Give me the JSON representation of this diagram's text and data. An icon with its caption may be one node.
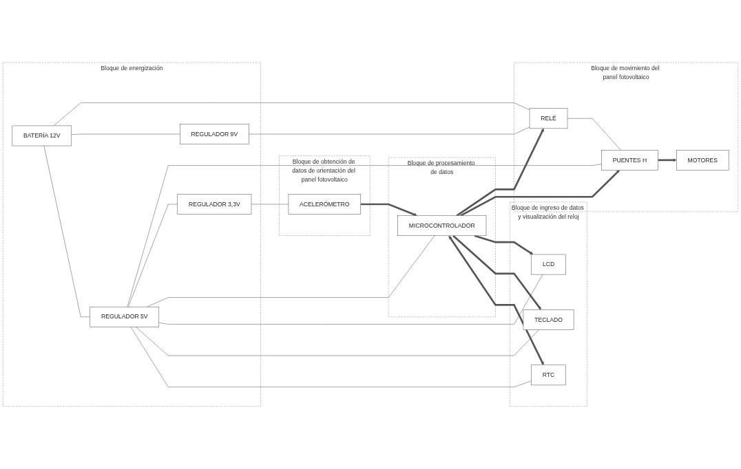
{
  "diagram": {
    "nodes": [
      {
        "text": [
          "Bloque de energización"
        ]
      },
      {
        "text": [
          "BATERÍA 12V"
        ],
        "in": 0
      },
      {
        "text": [
          "REGULADOR 9V"
        ],
        "in": 0
      },
      {
        "text": [
          "REGULADOR 5V"
        ],
        "in": 0
      },
      {
        "text": [
          "REGULADOR 3,3V"
        ],
        "in": 0
      },
      {
        "text": [
          "Bloque de movimiento del panel fotovoltaico"
        ]
      },
      {
        "text": [
          "RELÉ"
        ],
        "in": 5
      },
      {
        "text": [
          "PUENTES H"
        ],
        "in": 5
      },
      {
        "text": [
          "MOTORES"
        ],
        "in": 5
      },
      {
        "text": [
          "Bloque de procesamiento de datos"
        ]
      },
      {
        "text": [
          "MICROCONTROLADOR"
        ],
        "in": 9
      },
      {
        "text": [
          "Bloque de ingreso de datos y visualización del reloj"
        ]
      },
      {
        "text": [
          "LCD"
        ],
        "in": 11
      },
      {
        "text": [
          "TECLADO"
        ],
        "in": 11
      },
      {
        "text": [
          "RTC"
        ],
        "in": 11
      },
      {
        "text": [
          "Bloque de obtención de datos de orientación del panel fotovoltaico"
        ]
      },
      {
        "text": [
          "ACELERÓMETRO"
        ],
        "in": 15
      }
    ],
    "edges": [
      {
        "from": 1,
        "to": 6,
        "arrow": "none"
      },
      {
        "from": 1,
        "to": 2,
        "arrow": "none"
      },
      {
        "from": 1,
        "to": 3,
        "arrow": "none"
      },
      {
        "from": 2,
        "to": 6,
        "arrow": "none"
      },
      {
        "from": 3,
        "to": 7,
        "arrow": "none"
      },
      {
        "from": 3,
        "to": 4,
        "arrow": "none"
      },
      {
        "from": 3,
        "to": 10,
        "arrow": "none"
      },
      {
        "from": 3,
        "to": 12,
        "arrow": "none"
      },
      {
        "from": 3,
        "to": 13,
        "arrow": "none"
      },
      {
        "from": 3,
        "to": 14,
        "arrow": "none"
      },
      {
        "from": 6,
        "to": 7,
        "arrow": "none"
      },
      {
        "from": 10,
        "to": 6,
        "arrow": "to",
        "style": "thick"
      },
      {
        "from": 10,
        "to": 7,
        "arrow": "to",
        "style": "thick"
      },
      {
        "from": 7,
        "to": 8,
        "arrow": "to",
        "style": "thick"
      },
      {
        "from": 10,
        "to": 12,
        "arrow": "to",
        "style": "thick"
      },
      {
        "from": 10,
        "to": 13,
        "arrow": "to",
        "style": "thick"
      },
      {
        "from": 10,
        "to": 14,
        "arrow": "both",
        "style": "thick"
      },
      {
        "from": 4,
        "to": 16,
        "arrow": "none"
      },
      {
        "from": 16,
        "to": 10,
        "arrow": "to",
        "style": "thick"
      }
    ]
  }
}
